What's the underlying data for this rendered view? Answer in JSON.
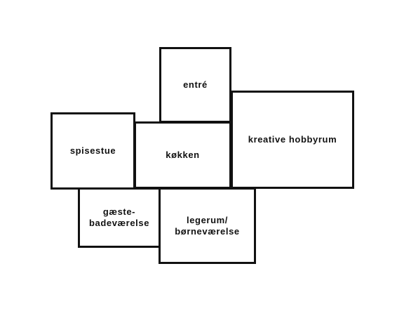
{
  "rooms": {
    "entre": "entré",
    "kreative": "kreative hobbyrum",
    "spisestue": "spisestue",
    "kokken": "køkken",
    "gaeste": "gæste-\nbadeværelse",
    "legerum": "legerum/\nbørneværelse"
  },
  "colors": {
    "stroke": "#111111",
    "background": "#ffffff"
  }
}
